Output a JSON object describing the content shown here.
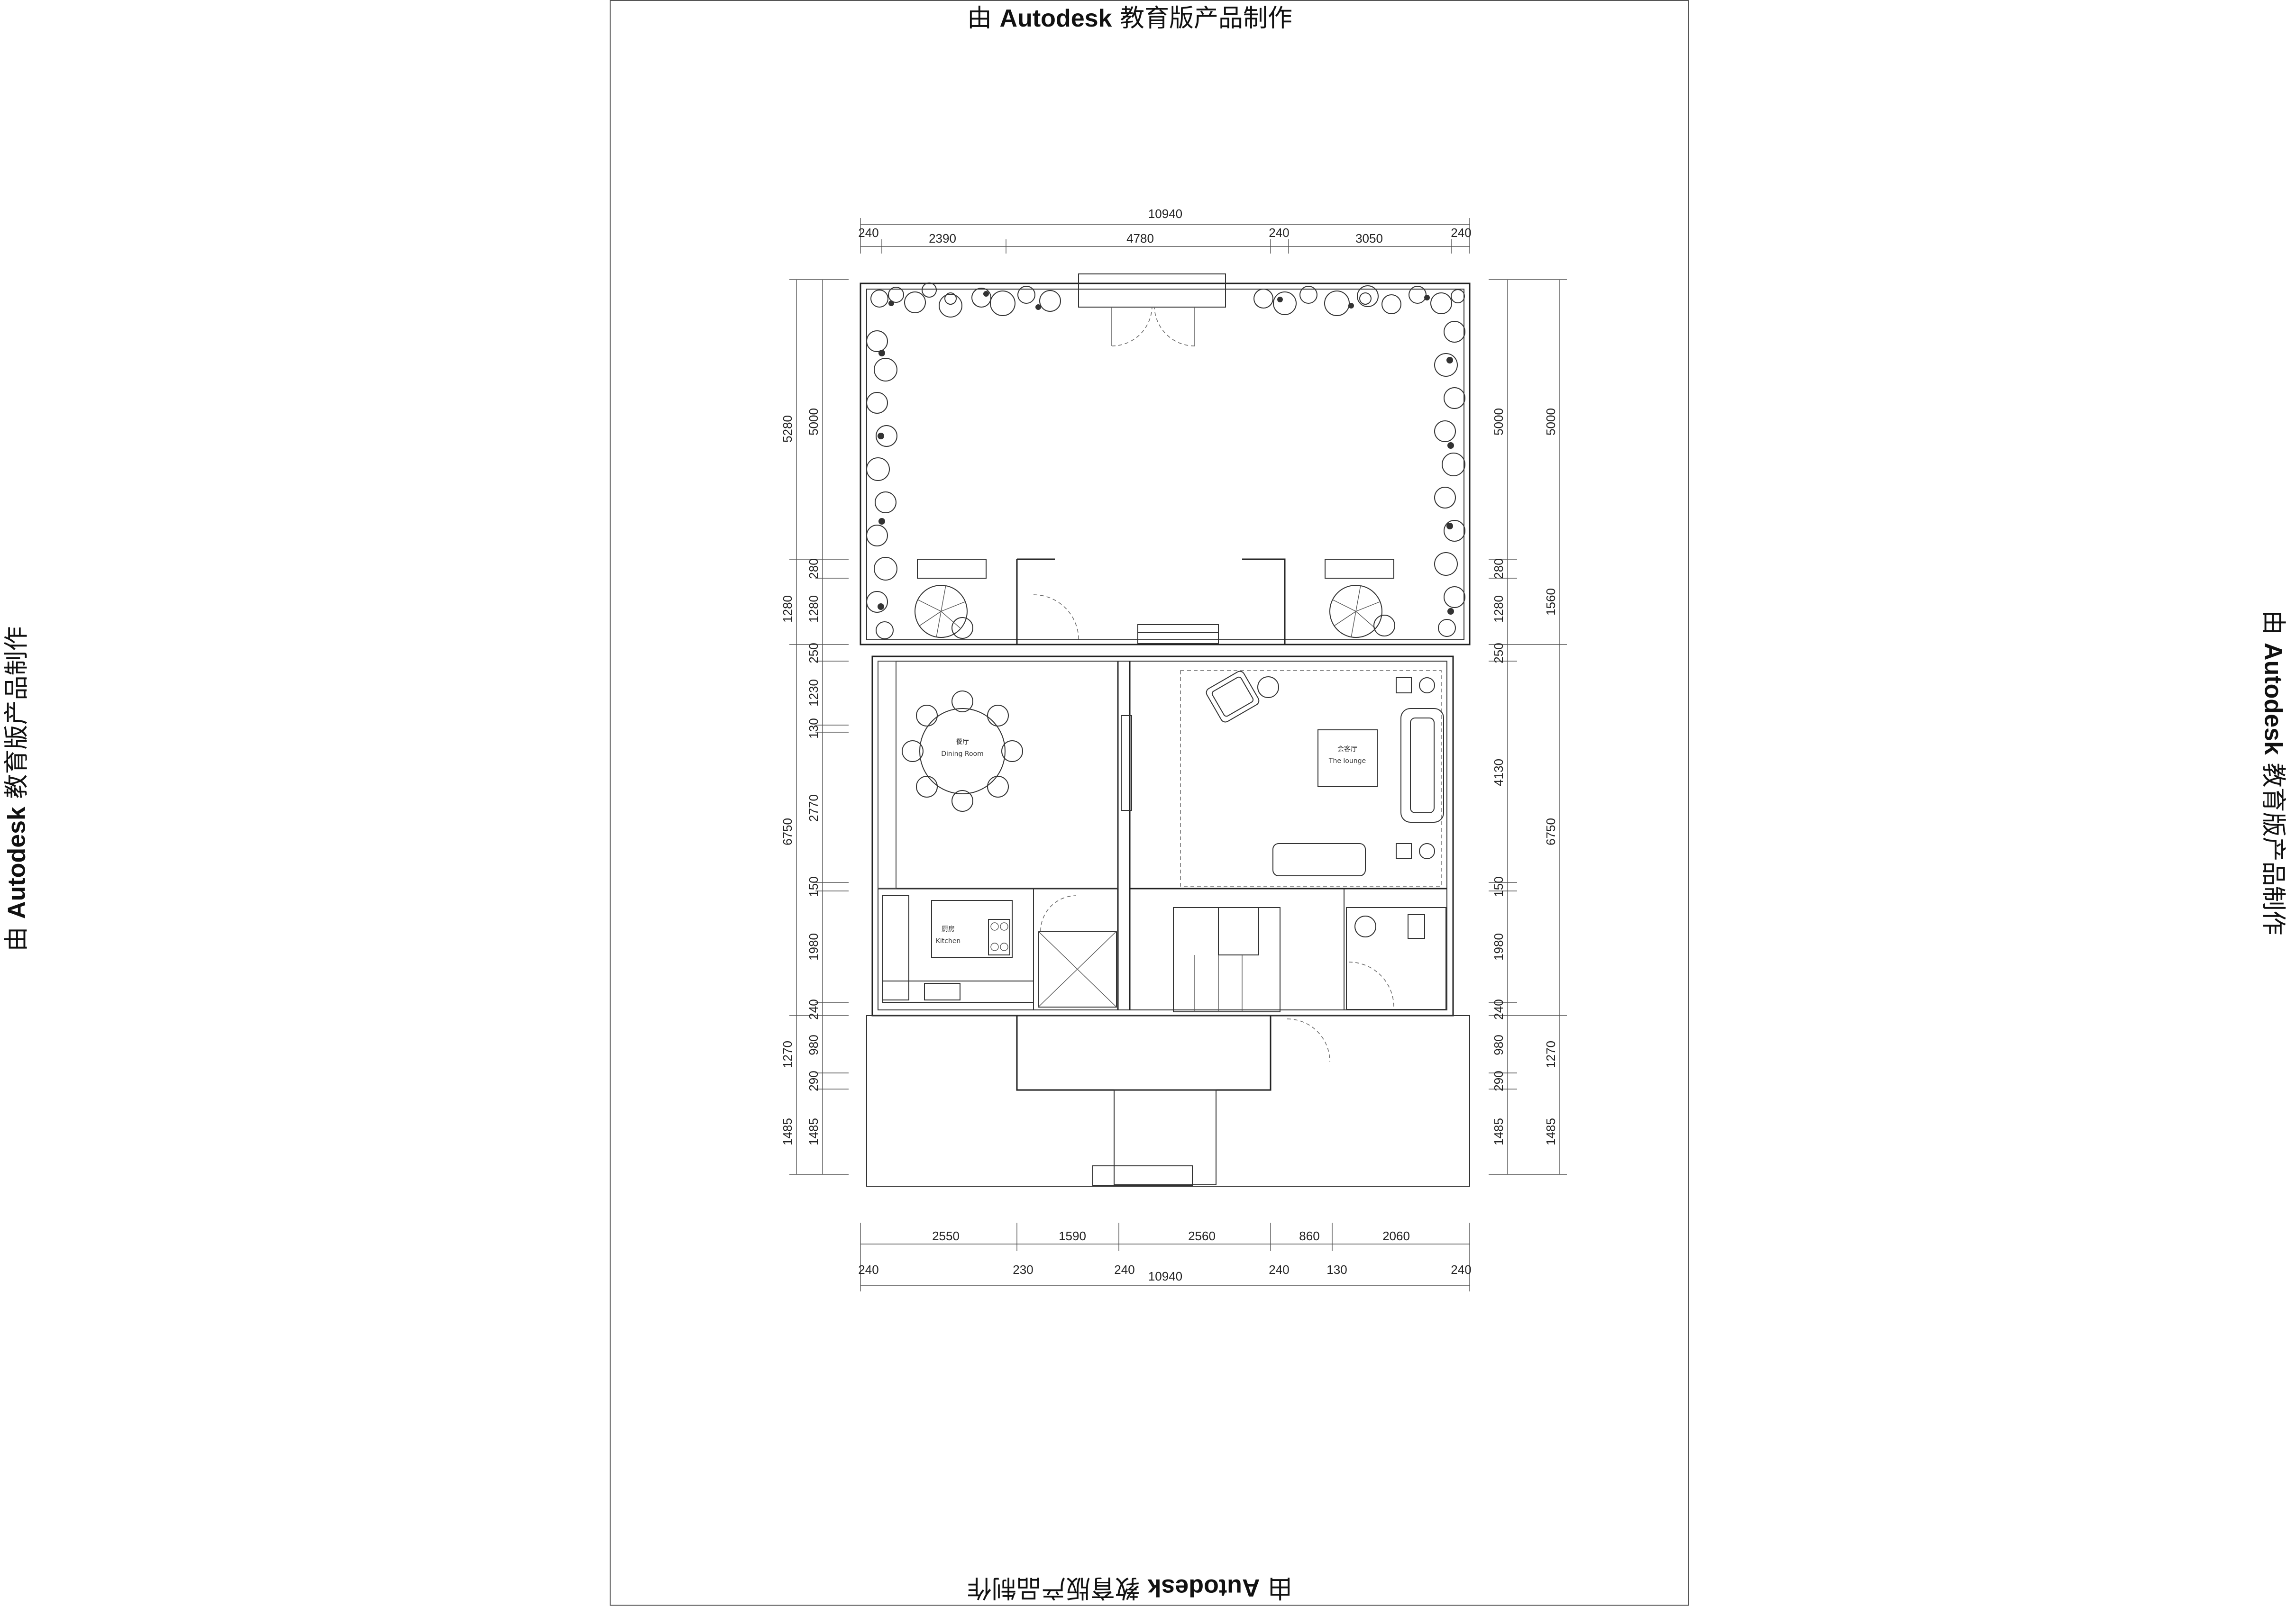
{
  "watermark": {
    "prefix": "由 ",
    "brand": "Autodesk",
    "suffix": " 教育版产品制作"
  },
  "rooms": {
    "dining_cn": "餐厅",
    "dining_en": "Dining Room",
    "lounge_cn": "会客厅",
    "lounge_en": "The lounge",
    "kitchen_cn": "厨房",
    "kitchen_en": "Kitchen"
  },
  "dimensions": {
    "top_total": "10940",
    "top_segments": [
      "240",
      "2390",
      "4780",
      "240",
      "3050",
      "240"
    ],
    "bottom_segments": [
      "2550",
      "1590",
      "2560",
      "860",
      "2060"
    ],
    "bottom_walls": [
      "240",
      "230",
      "240",
      "240",
      "130",
      "240"
    ],
    "bottom_total": "10940",
    "left_outer": [
      "5280",
      "1280",
      "6750",
      "1270",
      "1485"
    ],
    "left_inner": [
      "5000",
      "280",
      "1280",
      "250",
      "1230",
      "130",
      "2770",
      "150",
      "1980",
      "240",
      "980",
      "290",
      "1485"
    ],
    "right_inner": [
      "5000",
      "280",
      "1280",
      "250",
      "4130",
      "150",
      "1980",
      "240",
      "980",
      "290",
      "1485"
    ],
    "right_outer": [
      "5000",
      "1560",
      "6750",
      "1270",
      "1485"
    ]
  }
}
